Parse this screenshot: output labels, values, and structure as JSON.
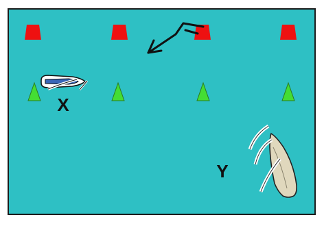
{
  "colors": {
    "water": "#2ec0c4",
    "border": "#1c1c1c",
    "red_marker": "#ee1111",
    "green_marker": "#44dd33",
    "wind_arrow": "#111111",
    "hull_blue": "#3a66b8",
    "hull_cream": "#e0d8bd"
  },
  "labels": {
    "boat_x": "X",
    "boat_y": "Y"
  },
  "markers": {
    "red_count": 4,
    "green_count": 4
  },
  "icons": {
    "wind": "wind-arrow-icon",
    "boat_x": "sailboat-icon",
    "boat_y": "sailboat-icon"
  }
}
